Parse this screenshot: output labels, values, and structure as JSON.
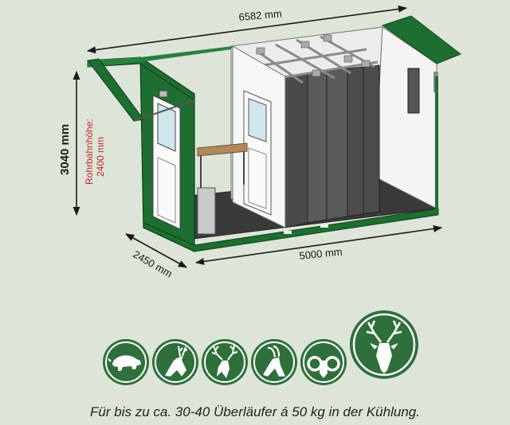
{
  "dimensions": {
    "length_top": "6582 mm",
    "height": "3040 mm",
    "rail_height_label": "Rohrbahnhöhe:",
    "rail_height_value": "2400 mm",
    "depth": "2450 mm",
    "length_bottom": "5000 mm"
  },
  "icons": [
    {
      "name": "wild-boar-icon"
    },
    {
      "name": "roe-deer-icon"
    },
    {
      "name": "red-deer-icon"
    },
    {
      "name": "chamois-icon"
    },
    {
      "name": "mouflon-icon"
    },
    {
      "name": "deer-head-icon"
    }
  ],
  "colors": {
    "green": "#1d6e30",
    "icon_green": "#2f6f3c",
    "background": "#dde5d8",
    "accent_red": "#c0282c"
  },
  "caption": "Für bis zu ca. 30-40 Überläufer á 50 kg in der Kühlung."
}
